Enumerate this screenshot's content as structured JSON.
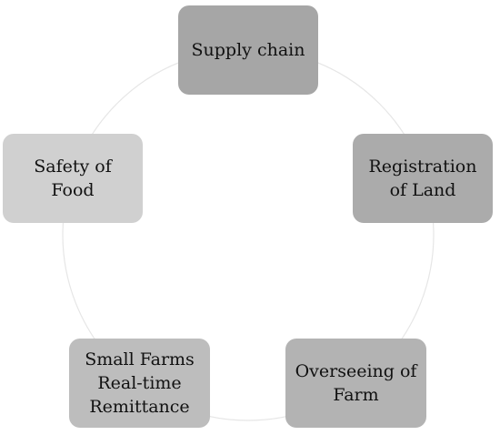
{
  "diagram": {
    "nodes": [
      {
        "label": "Supply chain",
        "color": "#a6a6a6"
      },
      {
        "label": "Registration\nof Land",
        "color": "#ababab"
      },
      {
        "label": "Overseeing of\nFarm",
        "color": "#b3b3b3"
      },
      {
        "label": "Small Farms\nReal-time\nRemittance",
        "color": "#bdbdbd"
      },
      {
        "label": "Safety of\nFood",
        "color": "#d0d0d0"
      }
    ],
    "ring_color": "#e6e6e6"
  }
}
